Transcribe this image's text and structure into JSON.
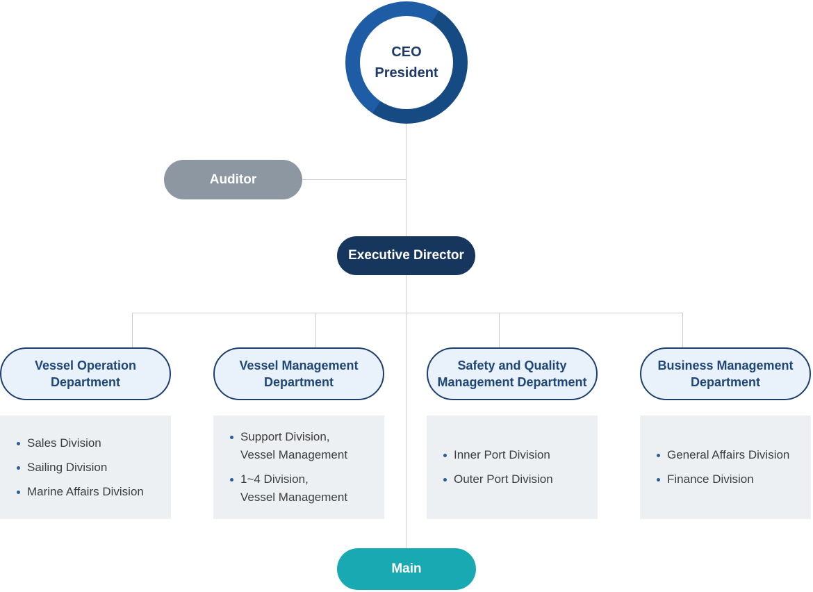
{
  "colors": {
    "ring_blue": "#1e5ca6",
    "ring_blue_dark": "#164a82",
    "navy": "#16365e",
    "dept_border_navy": "#1c3e6e",
    "dept_fill": "#e9f1fb",
    "dept_text": "#1e4677",
    "auditor_gray": "#8c97a1",
    "main_teal": "#18a9b3",
    "box_gray": "#edf0f3",
    "connector_gray": "#cccccc",
    "bullet_navy": "#2b5c97"
  },
  "org_chart": {
    "ceo": {
      "label": "CEO\nPresident"
    },
    "auditor": {
      "label": "Auditor"
    },
    "executive_director": {
      "label": "Executive Director"
    },
    "departments": [
      {
        "label": "Vessel Operation\nDepartment",
        "divisions": [
          "Sales Division",
          "Sailing Division",
          "Marine Affairs Division"
        ]
      },
      {
        "label": "Vessel Management\nDepartment",
        "divisions": [
          "Support Division,\nVessel Management",
          "1~4 Division,\nVessel Management"
        ]
      },
      {
        "label": "Safety and Quality\nManagement Department",
        "divisions": [
          "Inner Port Division",
          "Outer Port Division"
        ]
      },
      {
        "label": "Business Management\nDepartment",
        "divisions": [
          "General Affairs Division",
          "Finance Division"
        ]
      }
    ],
    "main": {
      "label": "Main"
    }
  }
}
